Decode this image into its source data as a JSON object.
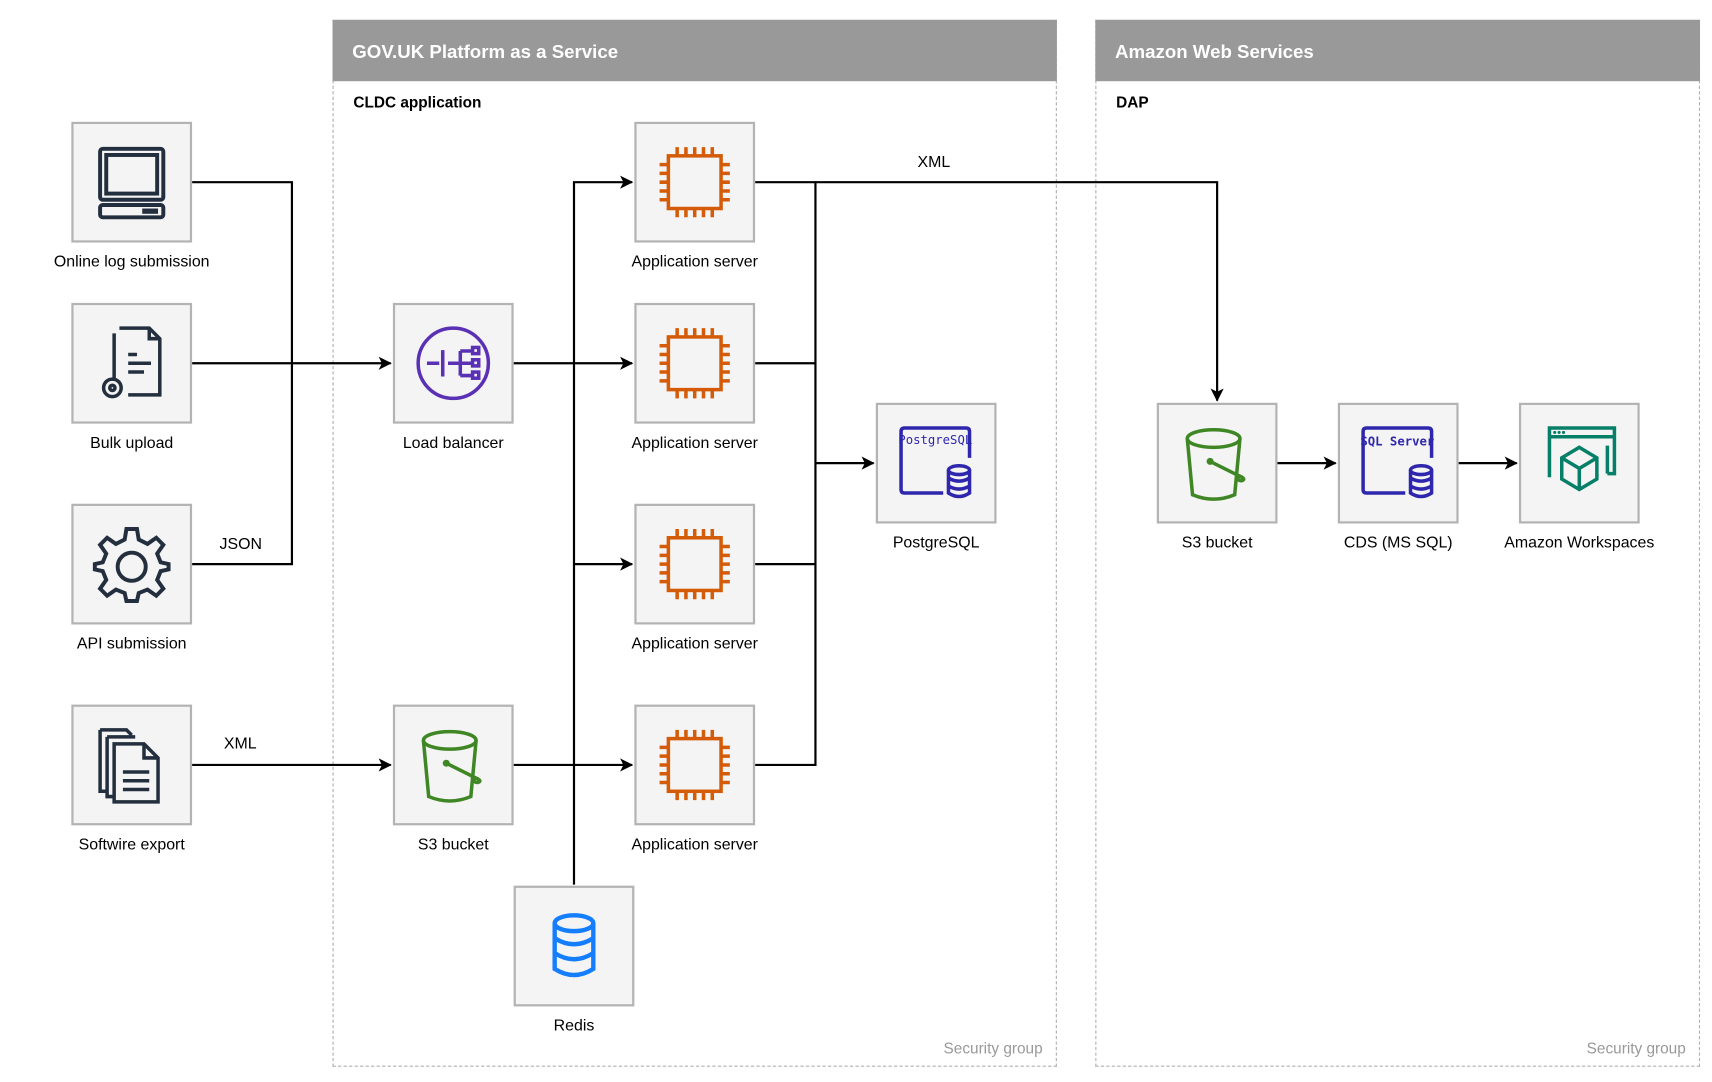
{
  "groups": {
    "paas": {
      "title": "GOV.UK Platform as a Service",
      "subtitle": "CLDC application",
      "footer": "Security group"
    },
    "aws": {
      "title": "Amazon Web Services",
      "subtitle": "DAP",
      "footer": "Security group"
    }
  },
  "nodes": {
    "online_log": {
      "label": "Online log submission",
      "icon": "computer-icon"
    },
    "bulk_upload": {
      "label": "Bulk upload",
      "icon": "document-gear-icon"
    },
    "api_submission": {
      "label": "API submission",
      "icon": "gear-icon"
    },
    "softwire_export": {
      "label": "Softwire export",
      "icon": "documents-icon"
    },
    "load_balancer": {
      "label": "Load balancer",
      "icon": "load-balancer-icon"
    },
    "s3_paas": {
      "label": "S3 bucket",
      "icon": "bucket-icon"
    },
    "app1": {
      "label": "Application server",
      "icon": "chip-icon"
    },
    "app2": {
      "label": "Application server",
      "icon": "chip-icon"
    },
    "app3": {
      "label": "Application server",
      "icon": "chip-icon"
    },
    "app4": {
      "label": "Application server",
      "icon": "chip-icon"
    },
    "redis": {
      "label": "Redis",
      "icon": "database-icon"
    },
    "postgres": {
      "label": "PostgreSQL",
      "icon": "postgresql-icon",
      "icon_text": "PostgreSQL"
    },
    "s3_aws": {
      "label": "S3 bucket",
      "icon": "bucket-icon"
    },
    "cds": {
      "label": "CDS (MS SQL)",
      "icon": "sql-server-icon",
      "icon_text": "SQL Server"
    },
    "workspaces": {
      "label": "Amazon Workspaces",
      "icon": "workspaces-icon"
    }
  },
  "edges": {
    "json_label": "JSON",
    "xml_export_label": "XML",
    "xml_dap_label": "XML"
  },
  "colors": {
    "header": "#999999",
    "chip": "#d45b07",
    "bucket": "#3f8624",
    "database": "#147eff",
    "sql": "#2e27ad",
    "load_balancer": "#5a30b5",
    "workspaces": "#067f68",
    "dark_icon": "#232f3e"
  }
}
